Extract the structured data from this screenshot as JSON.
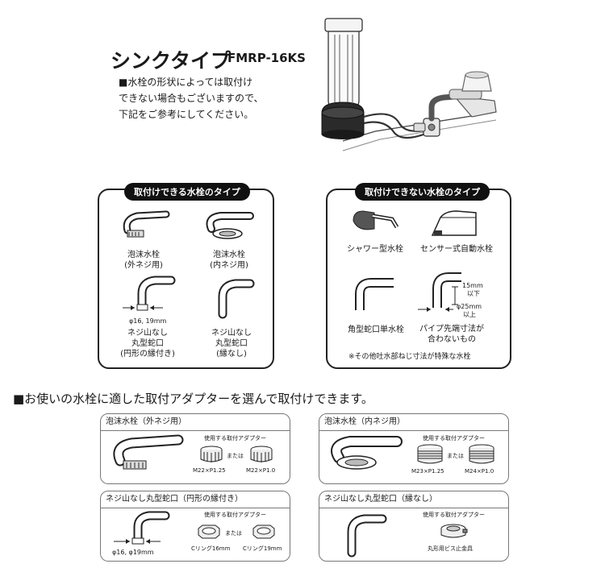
{
  "header": {
    "title": "シンクタイプ",
    "model": "FMRP-16KS",
    "note_lines": [
      "■水栓の形状によっては取付け",
      "できない場合もございますので、",
      "下記をご参考にしてください。"
    ]
  },
  "compatible": {
    "title": "取付けできる水栓のタイプ",
    "items": {
      "foam_outer": [
        "泡沫水栓",
        "(外ネジ用)"
      ],
      "foam_inner": [
        "泡沫水栓",
        "(内ネジ用)"
      ],
      "round_rim": [
        "ネジ山なし",
        "丸型蛇口",
        "(円形の縁付き)"
      ],
      "round_norim": [
        "ネジ山なし",
        "丸型蛇口",
        "(縁なし)"
      ]
    },
    "dim_label": "φ16, 19mm"
  },
  "incompatible": {
    "title": "取付けできない水栓のタイプ",
    "items": {
      "shower": "シャワー型水栓",
      "sensor": "センサー式自動水栓",
      "square": "角型蛇口単水栓",
      "pipe": [
        "パイプ先端寸法が",
        "合わないもの"
      ]
    },
    "dim_15": [
      "15mm",
      "以下"
    ],
    "dim_25": [
      "φ25mm",
      "以上"
    ],
    "footnote": "※その他吐水部ねじ寸法が特殊な水栓"
  },
  "adapters": {
    "heading": "■お使いの水栓に適した取付アダプターを選んで取付けできます。",
    "use_label": "使用する取付アダプター",
    "or": "または",
    "boxes": {
      "foam_outer": {
        "title": "泡沫水栓（外ネジ用）",
        "a": "M22×P1.25",
        "b": "M22×P1.0"
      },
      "foam_inner": {
        "title": "泡沫水栓（内ネジ用）",
        "a": "M23×P1.25",
        "b": "M24×P1.0"
      },
      "round_rim": {
        "title": "ネジ山なし丸型蛇口（円形の縁付き）",
        "a": "Cリング16mm",
        "b": "Cリング19mm",
        "dim": "φ16, φ19mm"
      },
      "round_norim": {
        "title": "ネジ山なし丸型蛇口（縁なし）",
        "a": "丸形用ビス止金具"
      }
    }
  }
}
